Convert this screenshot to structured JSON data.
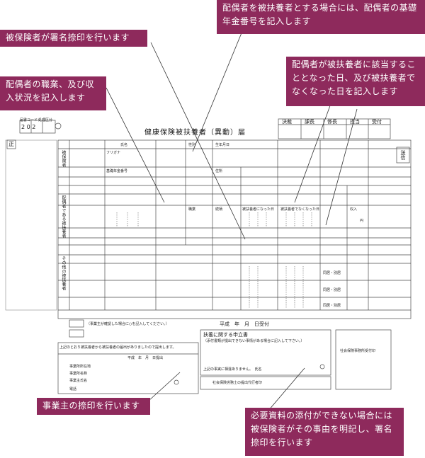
{
  "annotations": {
    "spouse_pension_number": "配偶者を被扶養者とする場合には、配偶者の基礎年金番号を記入します",
    "insured_seal": "被保険者が署名捺印を行います",
    "dependent_dates": "配偶者が被扶養者に該当することとなった日、及び被扶養者でなくなった日を記入します",
    "spouse_job_income": "配偶者の職業、及び収入状況を記入します",
    "employer_seal": "事業主の捺印を行います",
    "missing_documents": "必要資料の添付ができない場合には被保険者がその事由を明記し、署名捺印を行います"
  },
  "form": {
    "title": "健康保険被扶養者（異動）届",
    "corner_mark": "正",
    "form_code": "2 0 2",
    "code_label_left": "届書コード",
    "code_label_right": "処理区分",
    "stamp_headers": [
      "決裁",
      "課長",
      "係長",
      "担当",
      "受付"
    ],
    "insured_label": "被保険者",
    "spouse_label": "配偶者である被扶養者",
    "other_label": "その他の被扶養者",
    "send_label": "送信",
    "employer_rows": [
      "事業所所在地",
      "事業所名称",
      "事業主氏名",
      "電話"
    ],
    "employer_intro": "上記のとおり被扶養者から被扶養者の届出がありましたので提出します。",
    "date_label": "平成　年　月　日提出",
    "date_label_2": "平成　年　月　日受付",
    "statement_title": "扶養に関する申立書",
    "statement_note": "（添付書類が提出できない事情がある場合に記入して下さい。）",
    "statement_confirm": "上記の事実に相違ありません。　氏名",
    "office_label": "社会保険事務所受付印",
    "agent_label": "社会保険労務士の提出代行者印",
    "check_note": "（事業主が確認した場合に○を記入してください。）",
    "fields": {
      "kana": "フリガナ",
      "name": "氏名",
      "birth": "生年月日",
      "gender": "性別",
      "relation": "続柄",
      "income": "収入",
      "job": "職業",
      "pension": "基礎年金番号",
      "address": "住所",
      "acquire_date": "被扶養者になった日",
      "loss_date": "被扶養者でなくなった日",
      "yen": "円",
      "selection": "同居・別居"
    }
  }
}
